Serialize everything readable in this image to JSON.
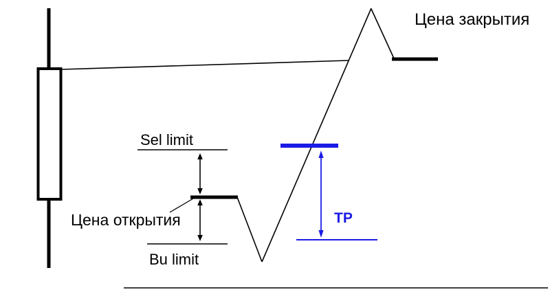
{
  "diagram": {
    "labels": {
      "close_price": "Цена закрытия",
      "sell_limit": "Sel limit",
      "open_price": "Цена открытия",
      "buy_limit": "Bu limit",
      "take_profit": "TP"
    },
    "colors": {
      "ink": "#000000",
      "accent_blue": "#1b1be6",
      "background": "#ffffff"
    }
  }
}
